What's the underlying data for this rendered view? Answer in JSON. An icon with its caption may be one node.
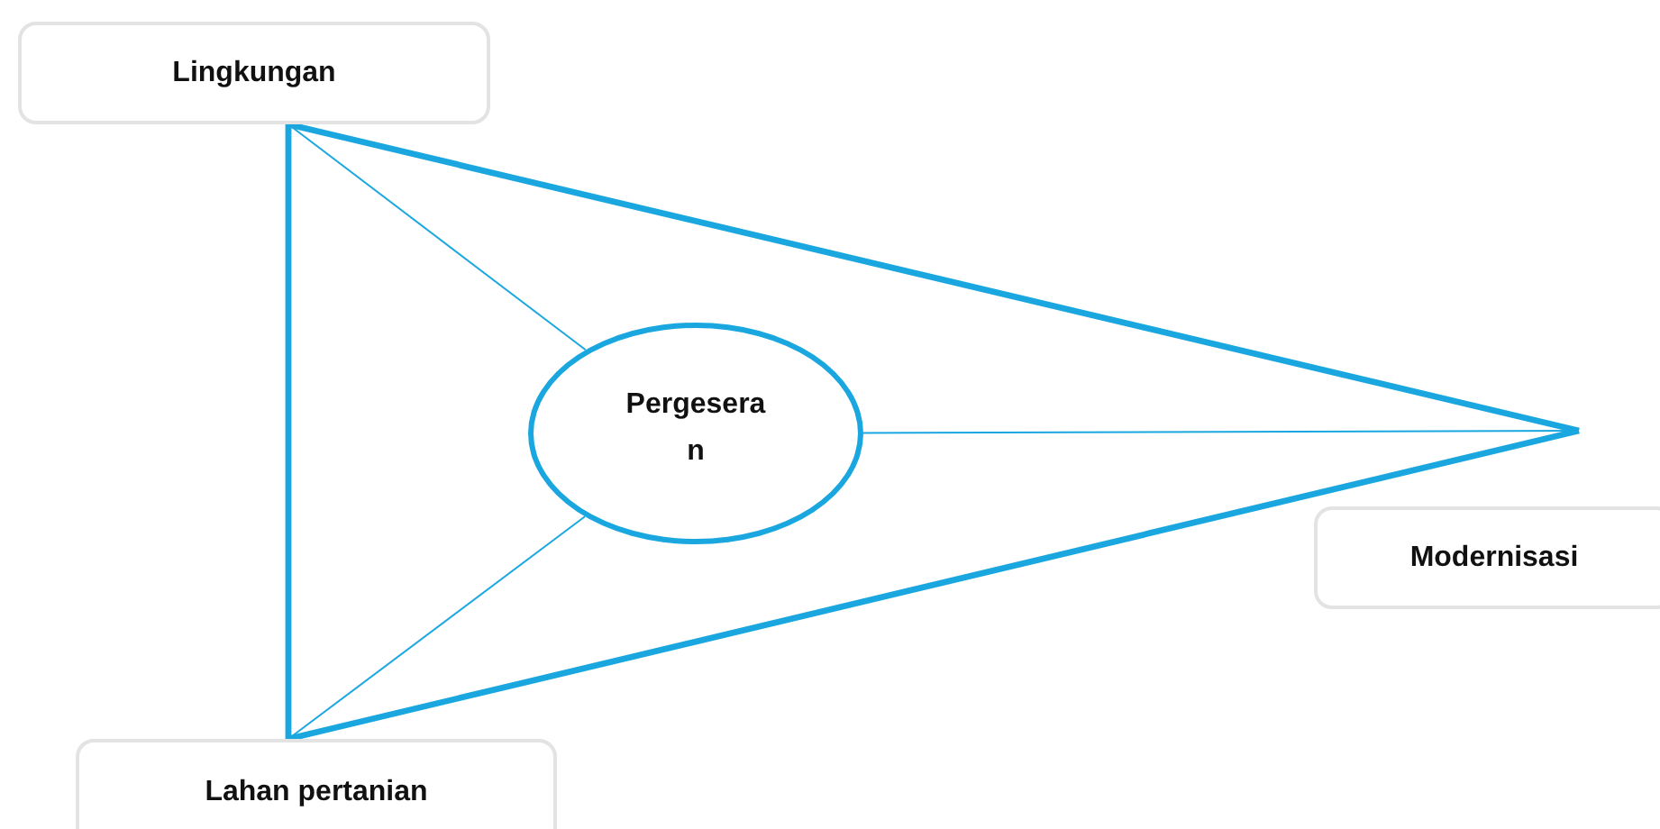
{
  "diagram": {
    "nodes": [
      {
        "text": [
          "Lingkungan"
        ]
      },
      {
        "text": [
          "Pergesera n"
        ]
      },
      {
        "text": [
          "Modernisasi"
        ]
      },
      {
        "text": [
          "Lahan pertanian"
        ]
      }
    ],
    "edges": [
      {
        "from": 0,
        "to": 3,
        "arrow": "none",
        "style": "thick"
      },
      {
        "from": 0,
        "to": 2,
        "arrow": "none",
        "style": "thick"
      },
      {
        "from": 3,
        "to": 2,
        "arrow": "none",
        "style": "thick"
      },
      {
        "from": 1,
        "to": 0,
        "arrow": "none"
      },
      {
        "from": 1,
        "to": 2,
        "arrow": "none"
      },
      {
        "from": 1,
        "to": 3,
        "arrow": "none"
      }
    ]
  }
}
